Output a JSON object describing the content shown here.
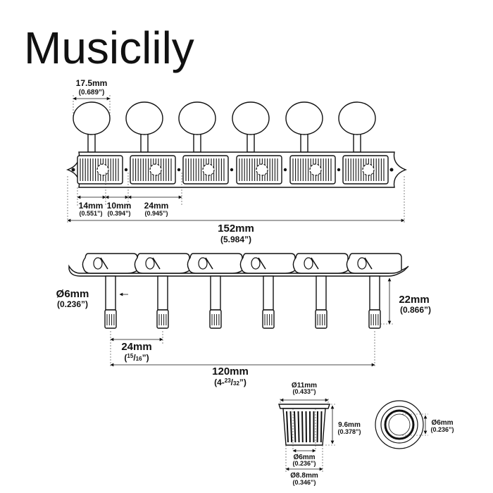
{
  "brand": "Musiclily",
  "top_view": {
    "button_width": {
      "mm": "17.5mm",
      "in": "(0.689”)"
    },
    "edge_to_post": {
      "mm": "14mm",
      "in": "(0.551”)"
    },
    "post_gap": {
      "mm": "10mm",
      "in": "(0.394”)"
    },
    "post_spacing": {
      "mm": "24mm",
      "in": "(0.945”)"
    },
    "total_length": {
      "mm": "152mm",
      "in": "(5.984”)"
    }
  },
  "side_view": {
    "post_diameter": {
      "mm": "Ø6mm",
      "in": "(0.236”)"
    },
    "post_height": {
      "mm": "22mm",
      "in": "(0.866”)"
    },
    "post_spacing": {
      "mm": "24mm",
      "in_num": "15",
      "in_den": "16",
      "in_close": "”)"
    },
    "span": {
      "mm": "120mm",
      "in_prefix": "(4-",
      "in_num": "23",
      "in_den": "32",
      "in_close": "”)"
    }
  },
  "bushing": {
    "top_dia": {
      "mm": "Ø11mm",
      "in": "(0.433”)"
    },
    "height": {
      "mm": "9.6mm",
      "in": "(0.378”)"
    },
    "inner_dia": {
      "mm": "Ø6mm",
      "in": "(0.236”)"
    },
    "bottom_dia": {
      "mm": "Ø8.8mm",
      "in": "(0.346”)"
    },
    "hole_dia": {
      "mm": "Ø6mm",
      "in": "(0.236”)"
    }
  }
}
